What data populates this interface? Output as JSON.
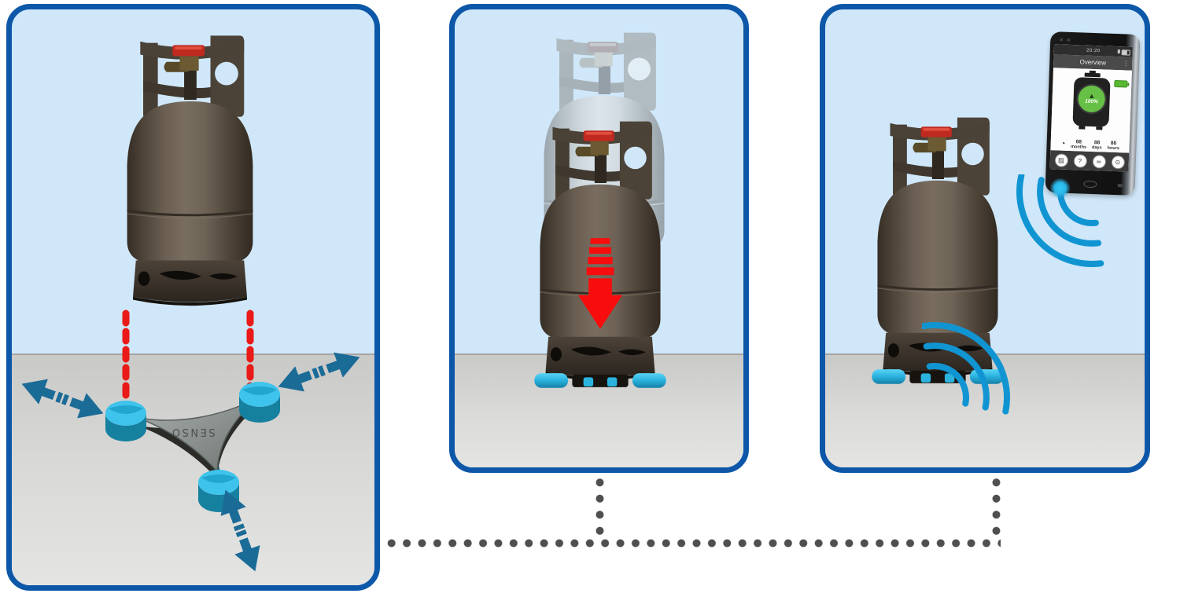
{
  "colors": {
    "panel_border": "#0d57a8",
    "panel_sky": "#cfe7f9",
    "floor_gray": "#d6d6d4",
    "device_cyan": "#2fb9e4",
    "arrow_steel_blue": "#1b6b97",
    "alert_red": "#ec1c1c",
    "wifi_blue": "#1195d2",
    "battery_green": "#58b832",
    "gauge_green": "#66c045",
    "connector_dot_gray": "#4f4f4f"
  },
  "base_device": {
    "brand_label": "SENSO"
  },
  "phone": {
    "status_time": "20:20",
    "header_title": "Overview",
    "menu_glyph": "⋮",
    "gauge_arrow": "▲",
    "gauge_percent": "100%",
    "stats_clock_glyph": "◔",
    "stats": [
      {
        "value": "88",
        "unit": "months"
      },
      {
        "value": "88",
        "unit": "days"
      },
      {
        "value": "88",
        "unit": "hours"
      }
    ],
    "nav": [
      {
        "name": "chart-icon",
        "glyph": "▤"
      },
      {
        "name": "bulb-icon",
        "glyph": "?"
      },
      {
        "name": "link-icon",
        "glyph": "∞"
      },
      {
        "name": "settings-icon",
        "glyph": "⊙"
      }
    ]
  }
}
